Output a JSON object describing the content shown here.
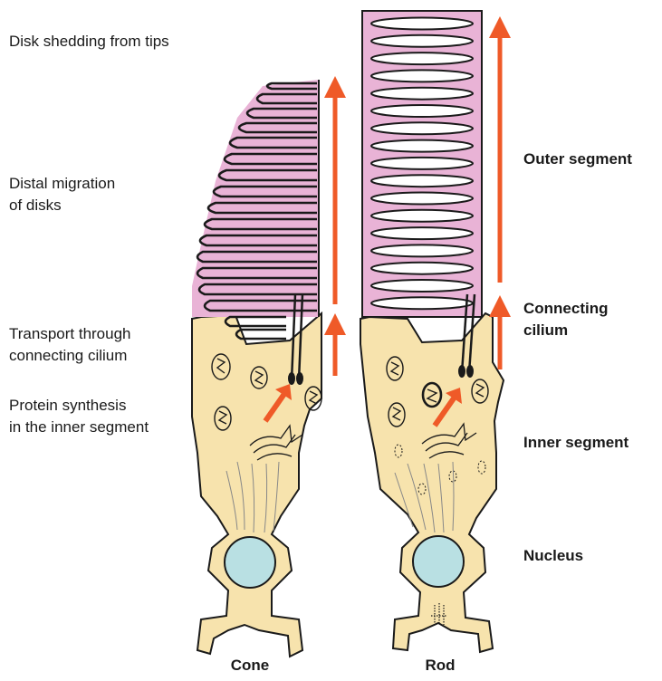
{
  "process_labels": {
    "disk_shedding": "Disk shedding from tips",
    "distal_migration_line1": "Distal migration",
    "distal_migration_line2": "of disks",
    "transport_line1": "Transport through",
    "transport_line2": "connecting cilium",
    "synthesis_line1": "Protein synthesis",
    "synthesis_line2": "in the inner segment"
  },
  "structure_labels": {
    "outer_segment": "Outer segment",
    "connecting_cilium_line1": "Connecting",
    "connecting_cilium_line2": "cilium",
    "inner_segment": "Inner segment",
    "nucleus": "Nucleus"
  },
  "cell_labels": {
    "cone": "Cone",
    "rod": "Rod"
  },
  "colors": {
    "outer_segment_fill": "#e9b3d6",
    "inner_segment_fill": "#f7e3ad",
    "nucleus_fill": "#b9e0e3",
    "arrow": "#ef5a28",
    "outline": "#1a1a1a",
    "text": "#1a1a1a"
  }
}
